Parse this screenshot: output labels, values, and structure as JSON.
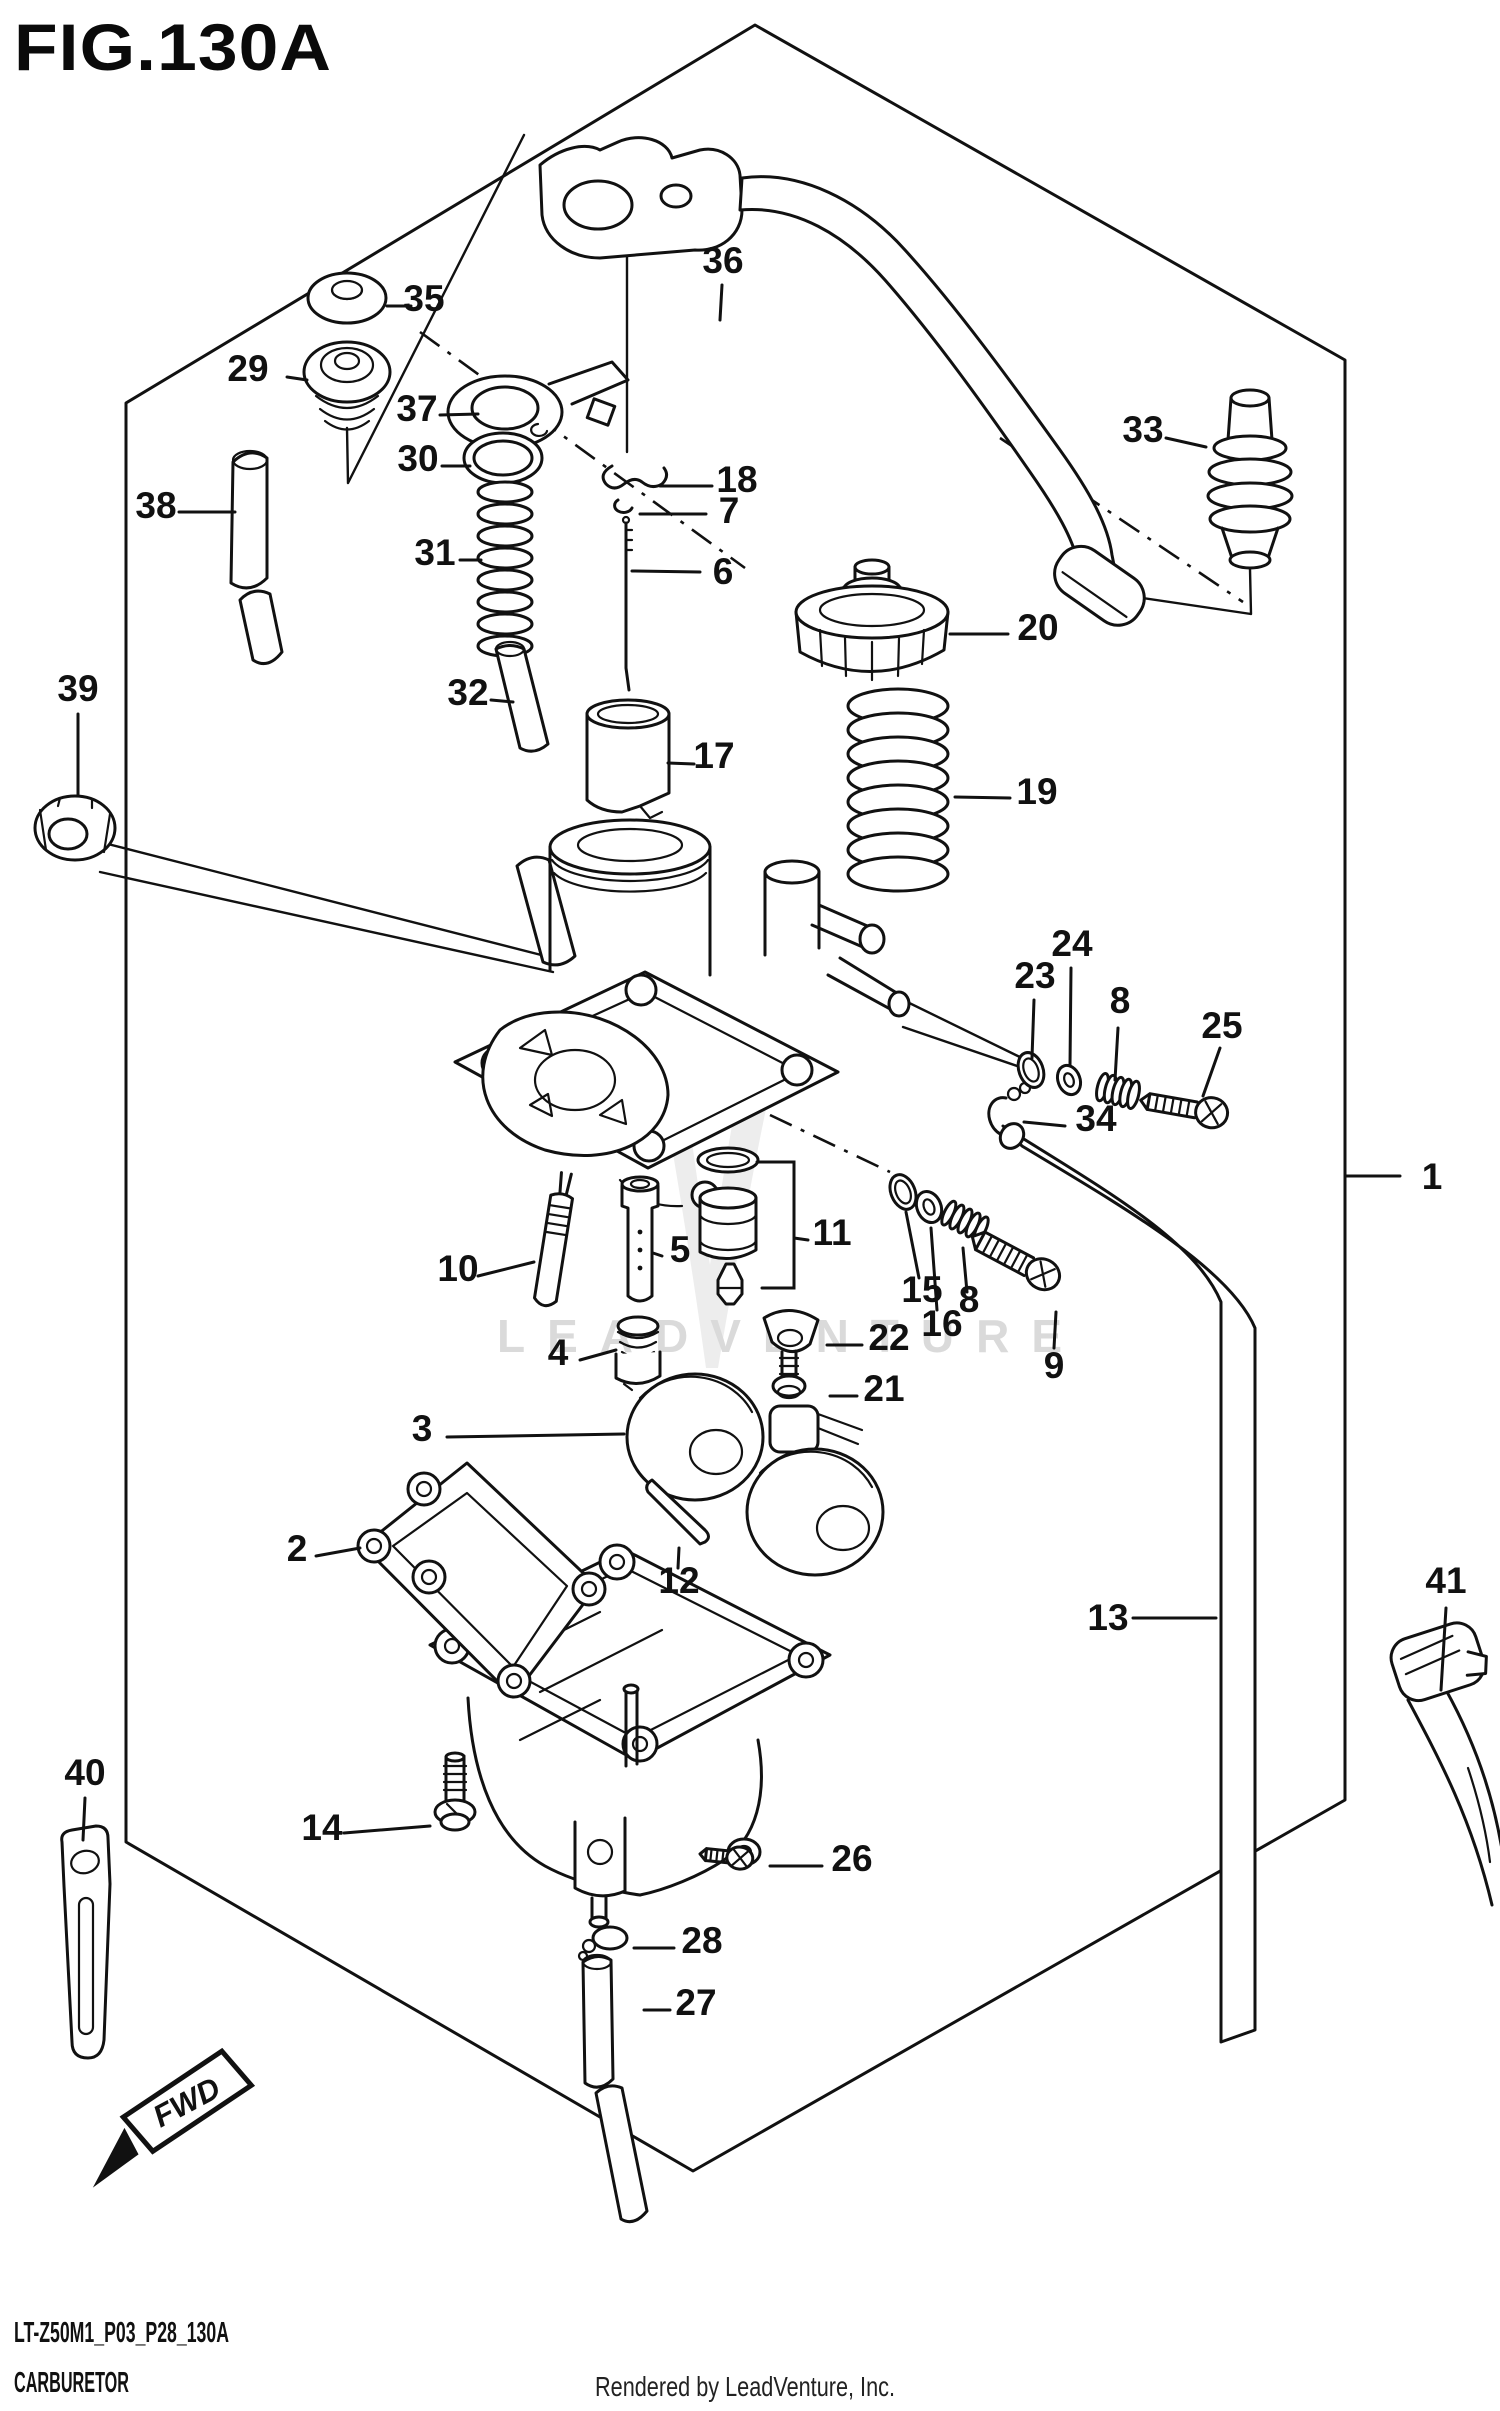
{
  "title": "FIG.130A",
  "watermark": "LEADVENTURE",
  "fwd": "FWD",
  "footer": {
    "code": "LT-Z50M1_P03_P28_130A",
    "name": "CARBURETOR",
    "credit": "Rendered by LeadVenture, Inc."
  },
  "callouts": {
    "1": "1",
    "2": "2",
    "3": "3",
    "4": "4",
    "5": "5",
    "6": "6",
    "7": "7",
    "8": "8",
    "9": "9",
    "10": "10",
    "11": "11",
    "12": "12",
    "13": "13",
    "14": "14",
    "15": "15",
    "16": "16",
    "17": "17",
    "18": "18",
    "19": "19",
    "20": "20",
    "21": "21",
    "22": "22",
    "23": "23",
    "24": "24",
    "25": "25",
    "26": "26",
    "27": "27",
    "28": "28",
    "29": "29",
    "30": "30",
    "31": "31",
    "32": "32",
    "33": "33",
    "34": "34",
    "35": "35",
    "36": "36",
    "37": "37",
    "38": "38",
    "39": "39",
    "40": "40",
    "41": "41"
  }
}
